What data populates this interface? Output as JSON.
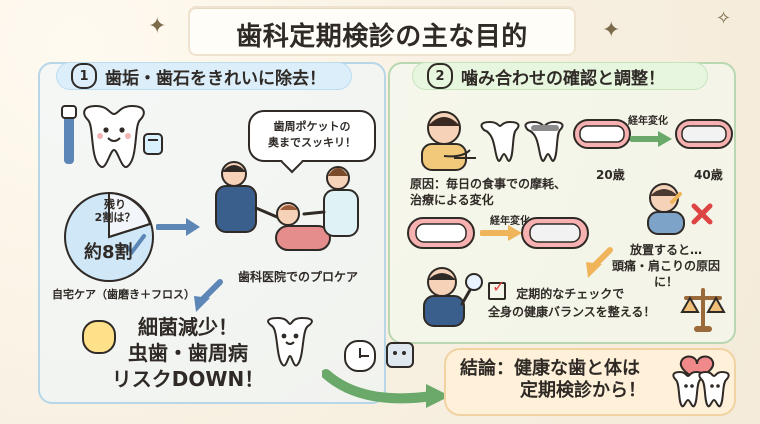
{
  "title": "歯科定期検診の主な目的",
  "sections": {
    "left": {
      "number": "1",
      "title": "歯垢・歯石をきれいに除去！",
      "speech_bubble": {
        "line1": "歯周ポケットの",
        "line2": "奥までスッキリ！"
      },
      "pie_note": {
        "line1": "残り",
        "line2": "2割は？"
      },
      "pie_value_label": "約8割",
      "home_care_label": "自宅ケア（歯磨き＋フロス）",
      "pro_care_label": "歯科医院でのプロケア",
      "result": {
        "line1": "細菌減少！",
        "line2": "虫歯・歯周病",
        "line3": "リスクDOWN！"
      }
    },
    "right": {
      "number": "2",
      "title": "噛み合わせの確認と調整！",
      "cause_label": {
        "line1": "原因：毎日の食事での摩耗、",
        "line2": "治療による変化"
      },
      "age_change_label_top": "経年変化",
      "age_change_label_bottom": "経年変化",
      "age_20": "20歳",
      "age_40": "40歳",
      "neglect_label": {
        "line1": "放置すると…",
        "line2": "頭痛・肩こりの原因に！"
      },
      "check_label": {
        "line1": "定期的なチェックで",
        "line2": "全身の健康バランスを整える！"
      }
    }
  },
  "conclusion": {
    "line1": "結論：健康な歯と体は",
    "line2": "定期検診から！"
  },
  "colors": {
    "left_panel_border": "#b7d6e8",
    "right_panel_border": "#b9d7b0",
    "accent_blue": "#5b86b6",
    "accent_green": "#6aa96a",
    "accent_orange": "#f0b45a",
    "accent_red": "#d44"
  }
}
